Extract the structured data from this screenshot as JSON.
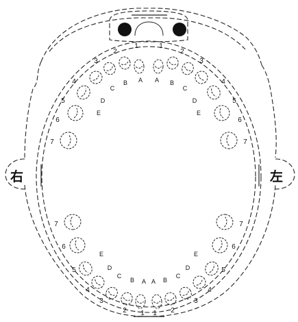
{
  "sides": {
    "right": "右",
    "left": "左"
  },
  "permanent_labels": [
    "1",
    "2",
    "3",
    "4",
    "5",
    "6",
    "7"
  ],
  "primary_labels": [
    "A",
    "B",
    "C",
    "D",
    "E"
  ]
}
